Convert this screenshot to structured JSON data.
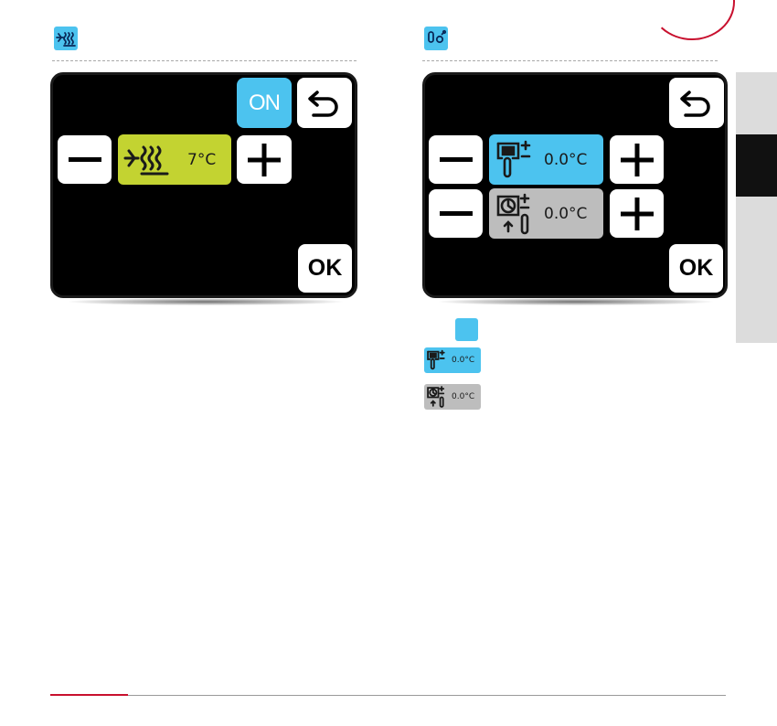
{
  "left": {
    "header_icon": "antifreeze-heating-icon",
    "on_label": "ON",
    "minus_icon": "minus-icon",
    "plus_icon": "plus-icon",
    "back_icon": "back-arrow-icon",
    "field_icon": "antifreeze-heating-icon",
    "field_value": "7°C",
    "ok_label": "OK",
    "field_color": "#c3d331"
  },
  "right": {
    "header_icon": "thermostat-sensor-icon",
    "back_icon": "back-arrow-icon",
    "row1": {
      "icon": "room-thermostat-offset-icon",
      "value": "0.0°C",
      "color": "#4cc3ef"
    },
    "row2": {
      "icon": "clock-thermostat-offset-icon",
      "value": "0.0°C",
      "color": "#bdbdbd"
    },
    "ok_label": "OK"
  },
  "legend": {
    "swatch_color": "#4cc3ef",
    "item1_value": "0.0°C",
    "item2_value": "0.0°C"
  },
  "colors": {
    "accent_blue": "#4cc3ef",
    "accent_red": "#c8102e",
    "lime": "#c3d331",
    "grey": "#bdbdbd"
  }
}
